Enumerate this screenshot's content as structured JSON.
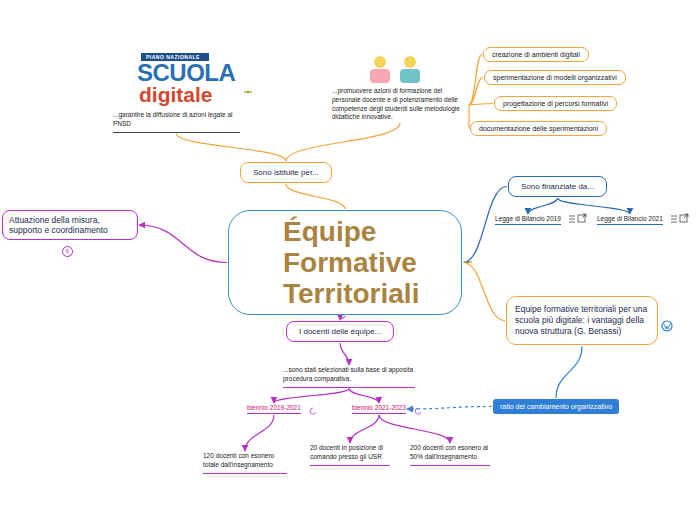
{
  "diagram": {
    "nodes": [
      {
        "text": [
          "Équipe Formative Territoriali"
        ]
      },
      {
        "text": [
          "Sono istituite per..."
        ]
      },
      {
        "text": [
          "...garantire la diffusione di azioni legate al PNSD"
        ]
      },
      {
        "text": [
          "...promuovere azioni di formazione del personale docente e di potenziamento delle competenze degli studenti sulle metodologie didattiche innovative."
        ]
      },
      {
        "text": [
          "creazione di ambienti digitali"
        ]
      },
      {
        "text": [
          "sperimentazione di modelli organizzativi"
        ]
      },
      {
        "text": [
          "progettazione di percorsi formativi"
        ]
      },
      {
        "text": [
          "documentazione delle sperimentazioni"
        ]
      },
      {
        "text": [
          "Sono finanziate da..."
        ]
      },
      {
        "text": [
          "Legge di Bilancio 2019"
        ]
      },
      {
        "text": [
          "Legge di Bilancio 2021"
        ]
      },
      {
        "text": [
          "Attuazione della misura, supporto e coordinamento"
        ]
      },
      {
        "text": [
          "Equipe formative territoriali per una scuola più digitale: i vantaggi della nuova struttura (G. Benassi)"
        ]
      },
      {
        "text": [
          "I docenti delle équipe..."
        ]
      },
      {
        "text": [
          "...sono stati selezionati sulla base di apposita procedura comparativa."
        ]
      },
      {
        "text": [
          "biennio 2019-2021"
        ]
      },
      {
        "text": [
          "biennio 2021-2023"
        ]
      },
      {
        "text": [
          "120 docenti con esonero totale dall'insegnamento"
        ]
      },
      {
        "text": [
          "20 docenti in posizione di comando presso gli USR"
        ]
      },
      {
        "text": [
          "200 docenti con esonero al 50% dall'insegnamento"
        ]
      },
      {
        "text": [
          "ratio del cambiamento organizzativo"
        ]
      }
    ],
    "edges": [
      {
        "from": 0,
        "to": 1,
        "arrow": "none"
      },
      {
        "from": 1,
        "to": 2,
        "arrow": "none"
      },
      {
        "from": 1,
        "to": 3,
        "arrow": "none"
      },
      {
        "from": 3,
        "to": 4,
        "arrow": "none"
      },
      {
        "from": 3,
        "to": 5,
        "arrow": "none"
      },
      {
        "from": 3,
        "to": 6,
        "arrow": "none"
      },
      {
        "from": 3,
        "to": 7,
        "arrow": "none"
      },
      {
        "from": 0,
        "to": 8,
        "arrow": "none"
      },
      {
        "from": 8,
        "to": 9,
        "arrow": "to"
      },
      {
        "from": 8,
        "to": 10,
        "arrow": "to"
      },
      {
        "from": 0,
        "to": 11,
        "arrow": "to"
      },
      {
        "from": 0,
        "to": 12,
        "arrow": "none"
      },
      {
        "from": 0,
        "to": 13,
        "arrow": "to"
      },
      {
        "from": 13,
        "to": 14,
        "arrow": "to"
      },
      {
        "from": 14,
        "to": 15,
        "arrow": "to"
      },
      {
        "from": 14,
        "to": 16,
        "arrow": "to"
      },
      {
        "from": 15,
        "to": 17,
        "arrow": "to"
      },
      {
        "from": 16,
        "to": 18,
        "arrow": "to"
      },
      {
        "from": 16,
        "to": 19,
        "arrow": "to"
      },
      {
        "from": 20,
        "to": 12,
        "arrow": "none"
      },
      {
        "from": 20,
        "to": 16,
        "arrow": "to"
      }
    ],
    "labels": [
      "6",
      "PIANO NAZIONALE",
      "SCUOLA",
      "digitale"
    ]
  }
}
